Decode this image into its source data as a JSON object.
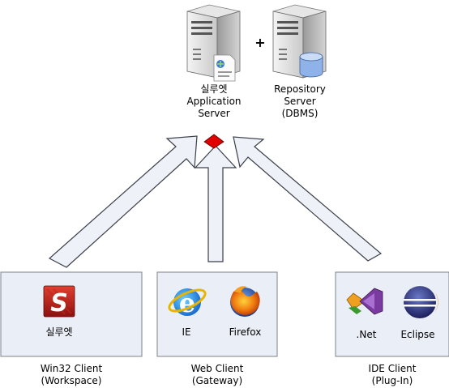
{
  "top": {
    "app_server_label_ko": "실루엣",
    "app_server_label_1": "Application",
    "app_server_label_2": "Server",
    "plus": "+",
    "repo_label_1": "Repository",
    "repo_label_2": "Server",
    "repo_label_3": "(DBMS)"
  },
  "clients": {
    "win32": {
      "item_label": "실루엣",
      "caption_1": "Win32 Client",
      "caption_2": "(Workspace)"
    },
    "web": {
      "ie_label": "IE",
      "firefox_label": "Firefox",
      "caption_1": "Web Client",
      "caption_2": "(Gateway)"
    },
    "ide": {
      "net_label": ".Net",
      "eclipse_label": "Eclipse",
      "caption_1": "IDE Client",
      "caption_2": "(Plug-In)"
    }
  },
  "colors": {
    "box_fill": "#eaeef7",
    "arrow_fill": "#eef2f8",
    "diamond": "#e00000"
  }
}
